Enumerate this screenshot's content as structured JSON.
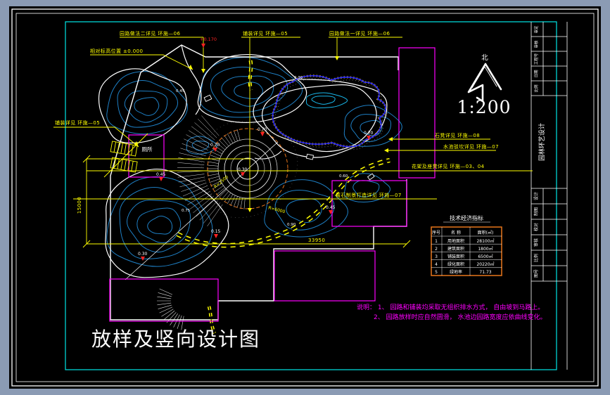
{
  "colors": {
    "background": "#8B9BB4",
    "sheet": "#000000",
    "frame_cyan": "#00E5E5",
    "contour_blue": "#1E7FC4",
    "contour_light": "#19B6E9",
    "annotation_yellow": "#FFFF00",
    "structure_magenta": "#FF00FF",
    "water_edge_blue": "#2525EE",
    "table_orange": "#E8751A",
    "elevation_red": "#FF2222"
  },
  "title": "放样及竖向设计图",
  "compass": {
    "north": "北",
    "scale": "1:200"
  },
  "callouts": {
    "road_type2": "园路做法二详见 环施—06",
    "datum": "相对标高位置 ±0.000",
    "paving_top": "铺装详见 环施—05",
    "road_type1": "园路做法一详见 环施—06",
    "paving_left": "铺装详见 环施—05",
    "stone_bench": "石凳详见 环施—08",
    "revetment": "水池驳坎详见 环施—07",
    "pergola": "花架及座凳详见 环施—03、04",
    "rockery": "置石制景打造详见 环施—07",
    "toilet": "厕所",
    "datum_spot": "+0.170"
  },
  "dims": {
    "h": "33950",
    "v": "15000"
  },
  "spots": [
    "0.70",
    "0.70",
    "0.45",
    "0.30",
    "0.70",
    "0.45",
    "0.15",
    "0.30"
  ],
  "contour_labels": [
    "0.45",
    "0.30",
    "0.60",
    "0.75",
    "0.90"
  ],
  "radius_labels": [
    "R=2500",
    "R=6000"
  ],
  "table": {
    "title": "技术经济指标",
    "headers": [
      "序号",
      "名  称",
      "面积(㎡)"
    ],
    "rows": [
      {
        "no": "1",
        "name": "用地面积",
        "qty": "28100㎡"
      },
      {
        "no": "2",
        "name": "建筑面积",
        "qty": "1800㎡"
      },
      {
        "no": "3",
        "name": "铺装面积",
        "qty": "6500㎡"
      },
      {
        "no": "4",
        "name": "绿化面积",
        "qty": "20220㎡"
      },
      {
        "no": "5",
        "name": "绿地率",
        "qty": "71.73"
      }
    ]
  },
  "notes": [
    "说明： 1、 园路和铺装均采取无组织排水方式， 自由坡到马路上。",
    "2、 园路放样时应自然圆滑， 水池边园路宽度应依曲线变化。"
  ],
  "titleblock": {
    "top": [
      "审定",
      "审核",
      "工程号",
      "日期",
      "比例"
    ],
    "project": "园林环艺设计",
    "cells": [
      "设计",
      "制图",
      "校对",
      "审核",
      "比例"
    ],
    "last": "图号"
  }
}
